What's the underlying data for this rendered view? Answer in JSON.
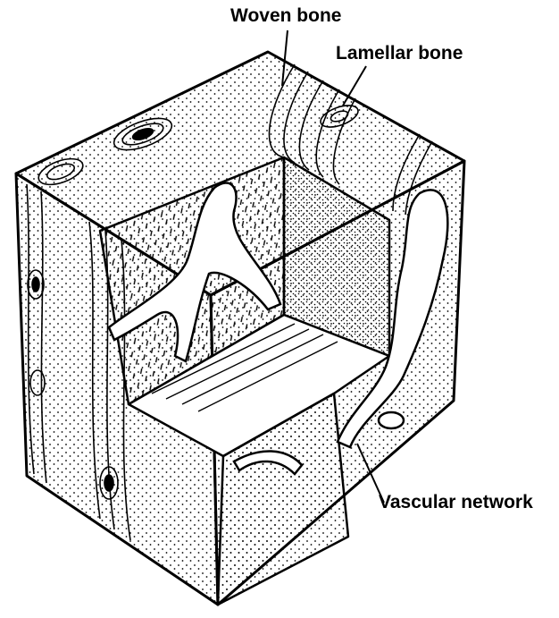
{
  "labels": {
    "woven_bone": "Woven bone",
    "lamellar_bone": "Lamellar bone",
    "vascular_network": "Vascular network"
  },
  "colors": {
    "ink": "#000000",
    "paper": "#ffffff"
  }
}
